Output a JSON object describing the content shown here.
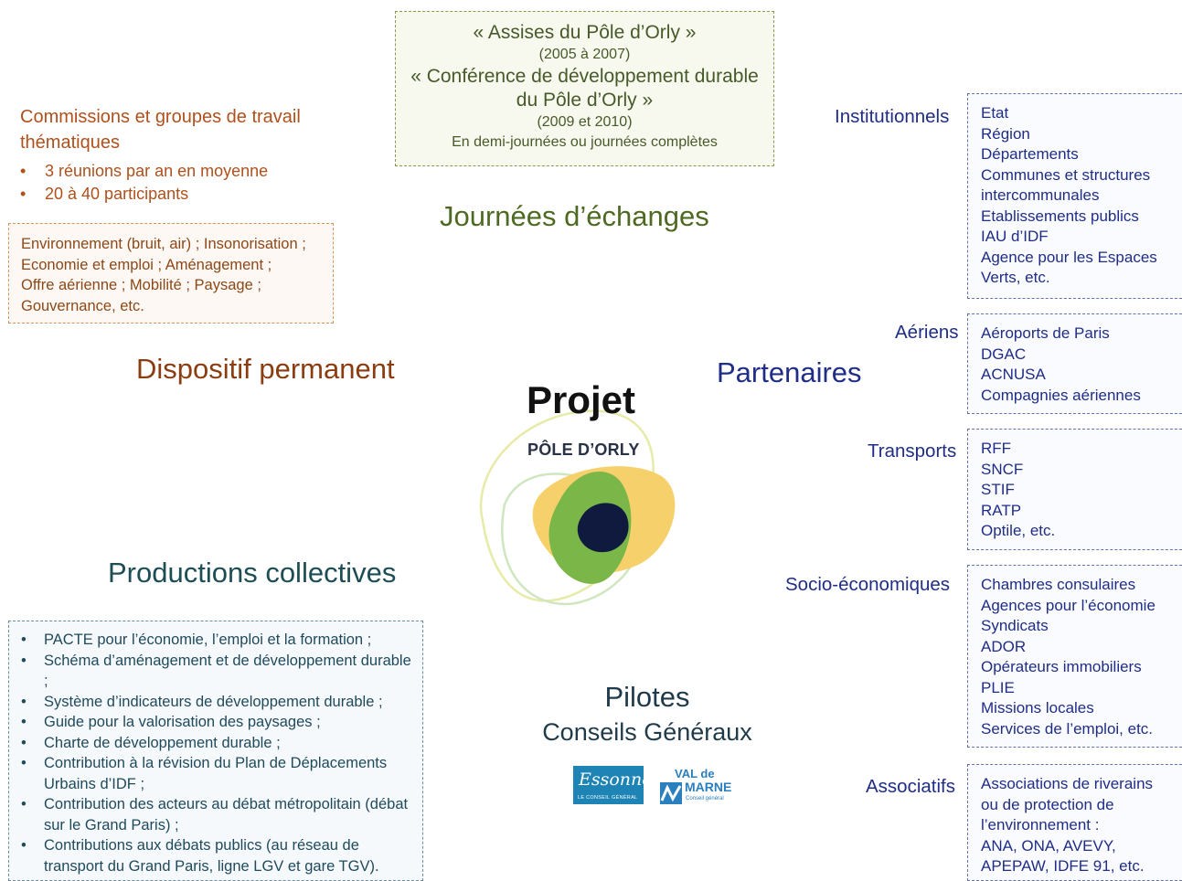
{
  "journees": {
    "box_lines": [
      {
        "text": "« Assises du Pôle d’Orly »",
        "size": "big"
      },
      {
        "text": "(2005 à 2007)",
        "size": "small"
      },
      {
        "text": "« Conférence de développement durable",
        "size": "big"
      },
      {
        "text": "du Pôle d’Orly »",
        "size": "big"
      },
      {
        "text": "(2009 et 2010)",
        "size": "small"
      },
      {
        "text": "En demi-journées ou journées complètes",
        "size": "small"
      }
    ],
    "title": "Journées d’échanges"
  },
  "dispositif": {
    "title": "Dispositif permanent",
    "commissions_title": "Commissions et groupes de travail thématiques",
    "bullets": [
      "3 réunions par an en moyenne",
      "20 à 40 participants"
    ],
    "themes": [
      "Environnement (bruit, air) ; Insonorisation ;",
      "Economie et emploi ; Aménagement ;",
      "Offre aérienne ; Mobilité ; Paysage ;",
      "Gouvernance, etc."
    ]
  },
  "productions": {
    "title": "Productions collectives",
    "items": [
      "PACTE pour l’économie, l’emploi et la formation ;",
      "Schéma d’aménagement et de développement durable ;",
      "Système d’indicateurs de développement durable ;",
      "Guide pour la valorisation des paysages ;",
      "Charte de développement durable ;",
      "Contribution à la révision du Plan de Déplacements Urbains d’IDF ;",
      "Contribution des acteurs au débat métropolitain (débat sur le Grand Paris) ;",
      "Contributions aux débats publics (au réseau de transport du Grand Paris, ligne LGV et gare TGV)."
    ]
  },
  "projet": {
    "title": "Projet",
    "subtitle": "PÔLE D’ORLY"
  },
  "pilotes": {
    "title": "Pilotes",
    "subtitle": "Conseils Généraux",
    "logos": {
      "essonne": {
        "name": "Essonne",
        "caption": "LE CONSEIL GÉNÉRAL"
      },
      "valdemarne": {
        "line1": "VAL de",
        "line2": "MARNE",
        "caption": "Conseil général"
      }
    }
  },
  "partenaires": {
    "title": "Partenaires",
    "categories": [
      {
        "label": "Institutionnels",
        "items": [
          "Etat",
          "Région",
          "Départements",
          "Communes et structures",
          "intercommunales",
          "Etablissements publics",
          "IAU d’IDF",
          "Agence pour les Espaces",
          "Verts, etc."
        ]
      },
      {
        "label": "Aériens",
        "items": [
          "Aéroports de Paris",
          "DGAC",
          "ACNUSA",
          "Compagnies aériennes"
        ]
      },
      {
        "label": "Transports",
        "items": [
          "RFF",
          "SNCF",
          "STIF",
          "RATP",
          "Optile, etc."
        ]
      },
      {
        "label": "Socio-économiques",
        "items": [
          "Chambres consulaires",
          "Agences pour l’économie",
          "Syndicats",
          "ADOR",
          "Opérateurs immobiliers",
          "PLIE",
          "Missions locales",
          "Services de l’emploi, etc."
        ]
      },
      {
        "label": "Associatifs",
        "items": [
          "Associations de riverains",
          "ou de protection de",
          "l’environnement :",
          "ANA, ONA, AVEVY,",
          "APEPAW, IDFE 91, etc."
        ]
      }
    ]
  },
  "colors": {
    "journees": "#4e6a22",
    "dispositif": "#8b3d12",
    "productions": "#1d4d55",
    "partenaires": "#1f2d86",
    "logo_yellow": "#f6d06a",
    "logo_green": "#7ab648",
    "logo_navy": "#0f1a3e"
  }
}
